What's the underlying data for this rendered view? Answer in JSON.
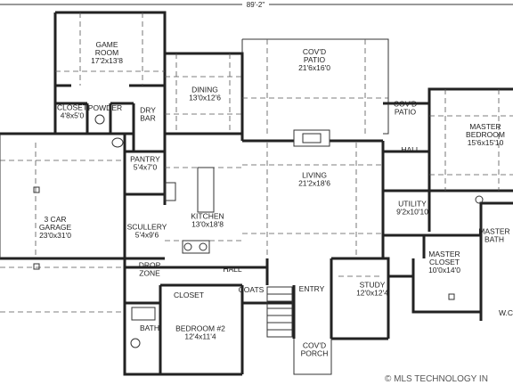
{
  "overall_dimension": "89'-2\"",
  "watermark": "© MLS TECHNOLOGY IN",
  "rooms": [
    {
      "id": "game-room",
      "name": "GAME\nROOM",
      "size": "17'2x13'8"
    },
    {
      "id": "covd-patio-top",
      "name": "COV'D\nPATIO",
      "size": "21'6x16'0"
    },
    {
      "id": "dining",
      "name": "DINING",
      "size": "13'0x12'6"
    },
    {
      "id": "closet-small",
      "name": "CLOSET",
      "size": "4'8x5'0"
    },
    {
      "id": "powder",
      "name": "POWDER",
      "size": ""
    },
    {
      "id": "dry-bar",
      "name": "DRY\nBAR",
      "size": ""
    },
    {
      "id": "covd-patio-right",
      "name": "COV'D\nPATIO",
      "size": ""
    },
    {
      "id": "master-bedroom",
      "name": "MASTER\nBEDROOM",
      "size": "15'6x15'10"
    },
    {
      "id": "hall-right",
      "name": "HALL",
      "size": ""
    },
    {
      "id": "pantry",
      "name": "PANTRY",
      "size": "5'4x7'0"
    },
    {
      "id": "living",
      "name": "LIVING",
      "size": "21'2x18'6"
    },
    {
      "id": "utility",
      "name": "UTILITY",
      "size": "9'2x10'10"
    },
    {
      "id": "garage",
      "name": "3 CAR\nGARAGE",
      "size": "23'0x31'0"
    },
    {
      "id": "scullery",
      "name": "SCULLERY",
      "size": "5'4x9'6"
    },
    {
      "id": "kitchen",
      "name": "KITCHEN",
      "size": "13'0x18'8"
    },
    {
      "id": "master-bath",
      "name": "MASTER\nBATH",
      "size": ""
    },
    {
      "id": "hall-center",
      "name": "HALL",
      "size": ""
    },
    {
      "id": "drop-zone",
      "name": "DROP\nZONE",
      "size": ""
    },
    {
      "id": "master-closet",
      "name": "MASTER\nCLOSET",
      "size": "10'0x14'0"
    },
    {
      "id": "closet-bed2",
      "name": "CLOSET",
      "size": ""
    },
    {
      "id": "coats",
      "name": "COATS",
      "size": ""
    },
    {
      "id": "entry",
      "name": "ENTRY",
      "size": ""
    },
    {
      "id": "study",
      "name": "STUDY",
      "size": "12'0x12'4"
    },
    {
      "id": "bedroom2",
      "name": "BEDROOM #2",
      "size": "12'4x11'4"
    },
    {
      "id": "bath",
      "name": "BATH",
      "size": ""
    },
    {
      "id": "covd-porch",
      "name": "COV'D\nPORCH",
      "size": ""
    },
    {
      "id": "wc",
      "name": "W.C",
      "size": ""
    }
  ]
}
